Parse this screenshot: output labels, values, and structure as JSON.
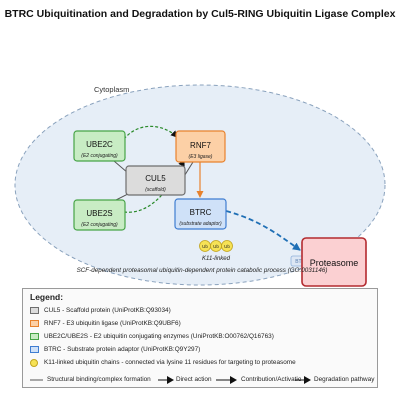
{
  "title": "BTRC Ubiquitination and Degradation by Cul5-RING Ubiquitin Ligase Complex",
  "compartment": {
    "label": "Cytoplasm"
  },
  "nodes": {
    "ube2c": {
      "label": "UBE2C",
      "sublabel": "(E2 conjugating)",
      "fill": "#c8ecc4",
      "stroke": "#47a447"
    },
    "ube2s": {
      "label": "UBE2S",
      "sublabel": "(E2 conjugating)",
      "fill": "#c8ecc4",
      "stroke": "#47a447"
    },
    "rnf7": {
      "label": "RNF7",
      "sublabel": "(E3 ligase)",
      "fill": "#fcd0a6",
      "stroke": "#e8822d"
    },
    "cul5": {
      "label": "CUL5",
      "sublabel": "(scaffold)",
      "fill": "#dcdcdc",
      "stroke": "#6e6e6e"
    },
    "btrc": {
      "label": "BTRC",
      "sublabel": "(substrate adaptor)",
      "fill": "#cfe1f8",
      "stroke": "#3f7dd1"
    },
    "btrc_tag": {
      "label": "BTRC"
    },
    "proteasome": {
      "label": "Proteasome",
      "fill": "#fbd0d2",
      "stroke": "#b32a2f"
    }
  },
  "ubiquitin": {
    "beads": [
      "Ub",
      "Ub",
      "Ub"
    ],
    "label": "K11-linked",
    "fill": "#f6e256",
    "stroke": "#c2a51e"
  },
  "process_label": "SCF-dependent proteasomal ubiquitin-dependent protein catabolic process (GO:0031146)",
  "legend": {
    "title": "Legend:",
    "items": [
      {
        "text": "CUL5 - Scaffold protein (UniProtKB:Q93034)",
        "fill": "#dcdcdc",
        "stroke": "#6e6e6e"
      },
      {
        "text": "RNF7 - E3 ubiquitin ligase (UniProtKB:Q9UBF6)",
        "fill": "#fcd0a6",
        "stroke": "#e8822d"
      },
      {
        "text": "UBE2C/UBE2S - E2 ubiquitin conjugating enzymes (UniProtKB:O00762/Q16763)",
        "fill": "#c8ecc4",
        "stroke": "#47a447"
      },
      {
        "text": "BTRC - Substrate protein adaptor (UniProtKB:Q9Y297)",
        "fill": "#cfe1f8",
        "stroke": "#3f7dd1"
      },
      {
        "text": "K11-linked ubiquitin chains - connected via lysine 11 residues for targeting to proteasome",
        "fill": "#f6e256",
        "stroke": "#c2a51e"
      }
    ],
    "arrows": [
      "Structural binding/complex formation",
      "Direct action",
      "Contribution/Activation",
      "Degradation pathway"
    ]
  }
}
